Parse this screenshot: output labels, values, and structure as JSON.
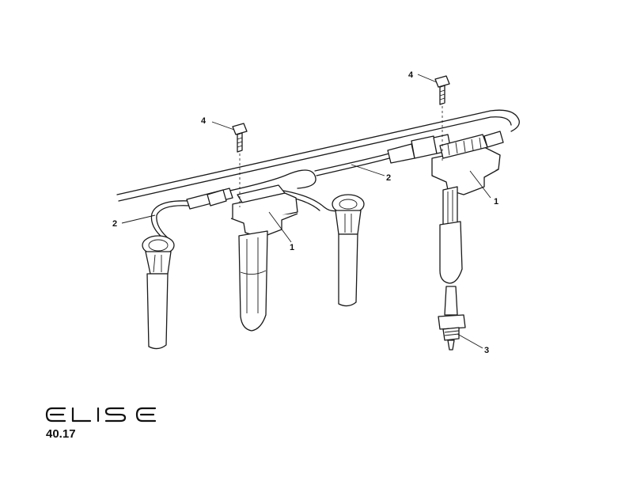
{
  "callouts": [
    {
      "id": "c4a",
      "label": "4"
    },
    {
      "id": "c4b",
      "label": "4"
    },
    {
      "id": "c2a",
      "label": "2"
    },
    {
      "id": "c2b",
      "label": "2"
    },
    {
      "id": "c1a",
      "label": "1"
    },
    {
      "id": "c1b",
      "label": "1"
    },
    {
      "id": "c3",
      "label": "3"
    }
  ],
  "logo": {
    "text": "ELISE"
  },
  "page_number": "40.17"
}
